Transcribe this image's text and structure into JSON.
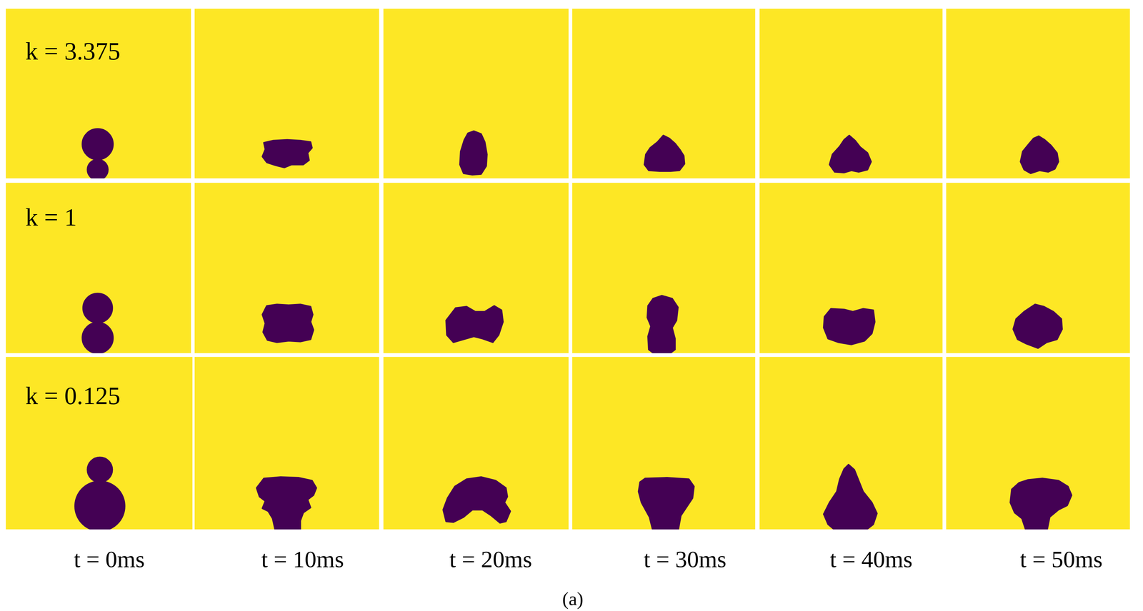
{
  "diagram": {
    "labels": [
      "k = 3.375",
      "k = 1",
      "k = 0.125",
      "t = 0ms",
      "t = 10ms",
      "t = 20ms",
      "t = 30ms",
      "t = 40ms",
      "t = 50ms",
      "(a)"
    ]
  }
}
